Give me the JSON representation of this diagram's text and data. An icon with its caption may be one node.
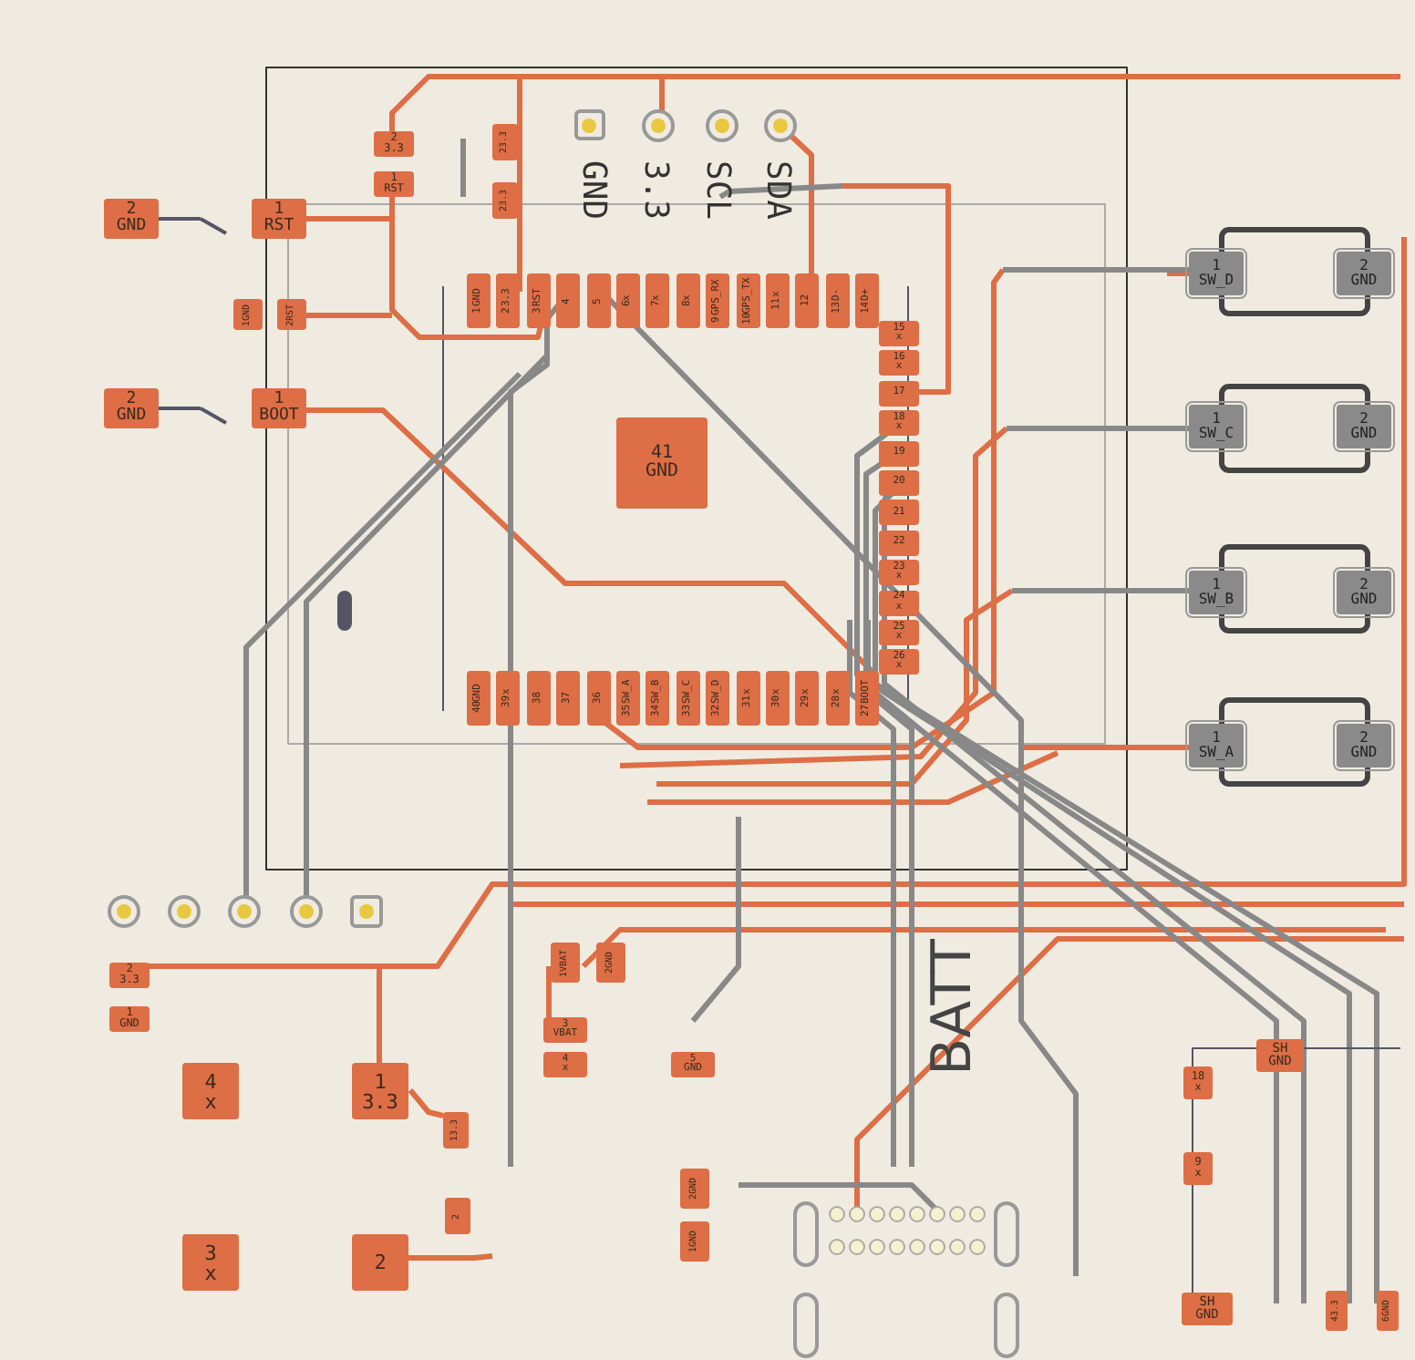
{
  "diagram": {
    "nodes": [
      {
        "text": [
          "2",
          "GND"
        ]
      },
      {
        "text": [
          "1",
          "RST"
        ]
      },
      {
        "text": [
          "2",
          "GND"
        ]
      },
      {
        "text": [
          "1",
          "BOOT"
        ]
      },
      {
        "text": [
          "2",
          "3.3"
        ]
      },
      {
        "text": [
          "1",
          "RST"
        ]
      },
      {
        "text": [
          "1",
          "GND"
        ]
      },
      {
        "text": [
          "2",
          "RST"
        ]
      },
      {
        "text": [
          "2",
          "3.3"
        ]
      },
      {
        "text": [
          "2",
          "3.3"
        ]
      },
      {
        "text": [
          "1",
          "GND"
        ]
      },
      {
        "text": [
          "2",
          "3.3"
        ]
      },
      {
        "text": [
          "3",
          "RST"
        ]
      },
      {
        "text": [
          "4"
        ]
      },
      {
        "text": [
          "5"
        ]
      },
      {
        "text": [
          "6",
          "x"
        ]
      },
      {
        "text": [
          "7",
          "x"
        ]
      },
      {
        "text": [
          "8",
          "x"
        ]
      },
      {
        "text": [
          "9",
          "GPS_RX"
        ]
      },
      {
        "text": [
          "10",
          "GPS_TX"
        ]
      },
      {
        "text": [
          "11",
          "x"
        ]
      },
      {
        "text": [
          "12"
        ]
      },
      {
        "text": [
          "13",
          "D-"
        ]
      },
      {
        "text": [
          "14",
          "D+"
        ]
      },
      {
        "text": [
          "15",
          "x"
        ]
      },
      {
        "text": [
          "16",
          "x"
        ]
      },
      {
        "text": [
          "17"
        ]
      },
      {
        "text": [
          "18",
          "x"
        ]
      },
      {
        "text": [
          "19"
        ]
      },
      {
        "text": [
          "20"
        ]
      },
      {
        "text": [
          "21"
        ]
      },
      {
        "text": [
          "22"
        ]
      },
      {
        "text": [
          "23",
          "x"
        ]
      },
      {
        "text": [
          "24",
          "x"
        ]
      },
      {
        "text": [
          "25",
          "x"
        ]
      },
      {
        "text": [
          "26",
          "x"
        ]
      },
      {
        "text": [
          "41",
          "GND"
        ]
      },
      {
        "text": [
          "40",
          "GND"
        ]
      },
      {
        "text": [
          "39",
          "x"
        ]
      },
      {
        "text": [
          "38"
        ]
      },
      {
        "text": [
          "37"
        ]
      },
      {
        "text": [
          "36"
        ]
      },
      {
        "text": [
          "35",
          "SW_A"
        ]
      },
      {
        "text": [
          "34",
          "SW_B"
        ]
      },
      {
        "text": [
          "33",
          "SW_C"
        ]
      },
      {
        "text": [
          "32",
          "SW_D"
        ]
      },
      {
        "text": [
          "31",
          "x"
        ]
      },
      {
        "text": [
          "30",
          "x"
        ]
      },
      {
        "text": [
          "29",
          "x"
        ]
      },
      {
        "text": [
          "28",
          "x"
        ]
      },
      {
        "text": [
          "27",
          "BOOT"
        ]
      },
      {
        "text": [
          "1",
          "SW_D"
        ]
      },
      {
        "text": [
          "2",
          "GND"
        ]
      },
      {
        "text": [
          "1",
          "SW_C"
        ]
      },
      {
        "text": [
          "2",
          "GND"
        ]
      },
      {
        "text": [
          "1",
          "SW_B"
        ]
      },
      {
        "text": [
          "2",
          "GND"
        ]
      },
      {
        "text": [
          "1",
          "SW_A"
        ]
      },
      {
        "text": [
          "2",
          "GND"
        ]
      },
      {
        "text": [
          "2",
          "3.3"
        ]
      },
      {
        "text": [
          "1",
          "GND"
        ]
      },
      {
        "text": [
          "4",
          "x"
        ]
      },
      {
        "text": [
          "1",
          "3.3"
        ]
      },
      {
        "text": [
          "3",
          "x"
        ]
      },
      {
        "text": [
          "2"
        ]
      },
      {
        "text": [
          "1",
          "3.3"
        ]
      },
      {
        "text": [
          "2"
        ]
      },
      {
        "text": [
          "1",
          "VBAT"
        ]
      },
      {
        "text": [
          "2",
          "GND"
        ]
      },
      {
        "text": [
          "3",
          "VBAT"
        ]
      },
      {
        "text": [
          "4",
          "x"
        ]
      },
      {
        "text": [
          "5",
          "GND"
        ]
      },
      {
        "text": [
          "2",
          "GND"
        ]
      },
      {
        "text": [
          "1",
          "GND"
        ]
      },
      {
        "text": [
          "SH",
          "GND"
        ]
      },
      {
        "text": [
          "18",
          "x"
        ]
      },
      {
        "text": [
          "9",
          "x"
        ]
      },
      {
        "text": [
          "SH",
          "GND"
        ]
      },
      {
        "text": [
          "4",
          "3.3"
        ]
      },
      {
        "text": [
          "6",
          "GND"
        ]
      }
    ],
    "labels": [
      "GND",
      "3.3",
      "SCL",
      "SDA",
      "BATT"
    ]
  }
}
